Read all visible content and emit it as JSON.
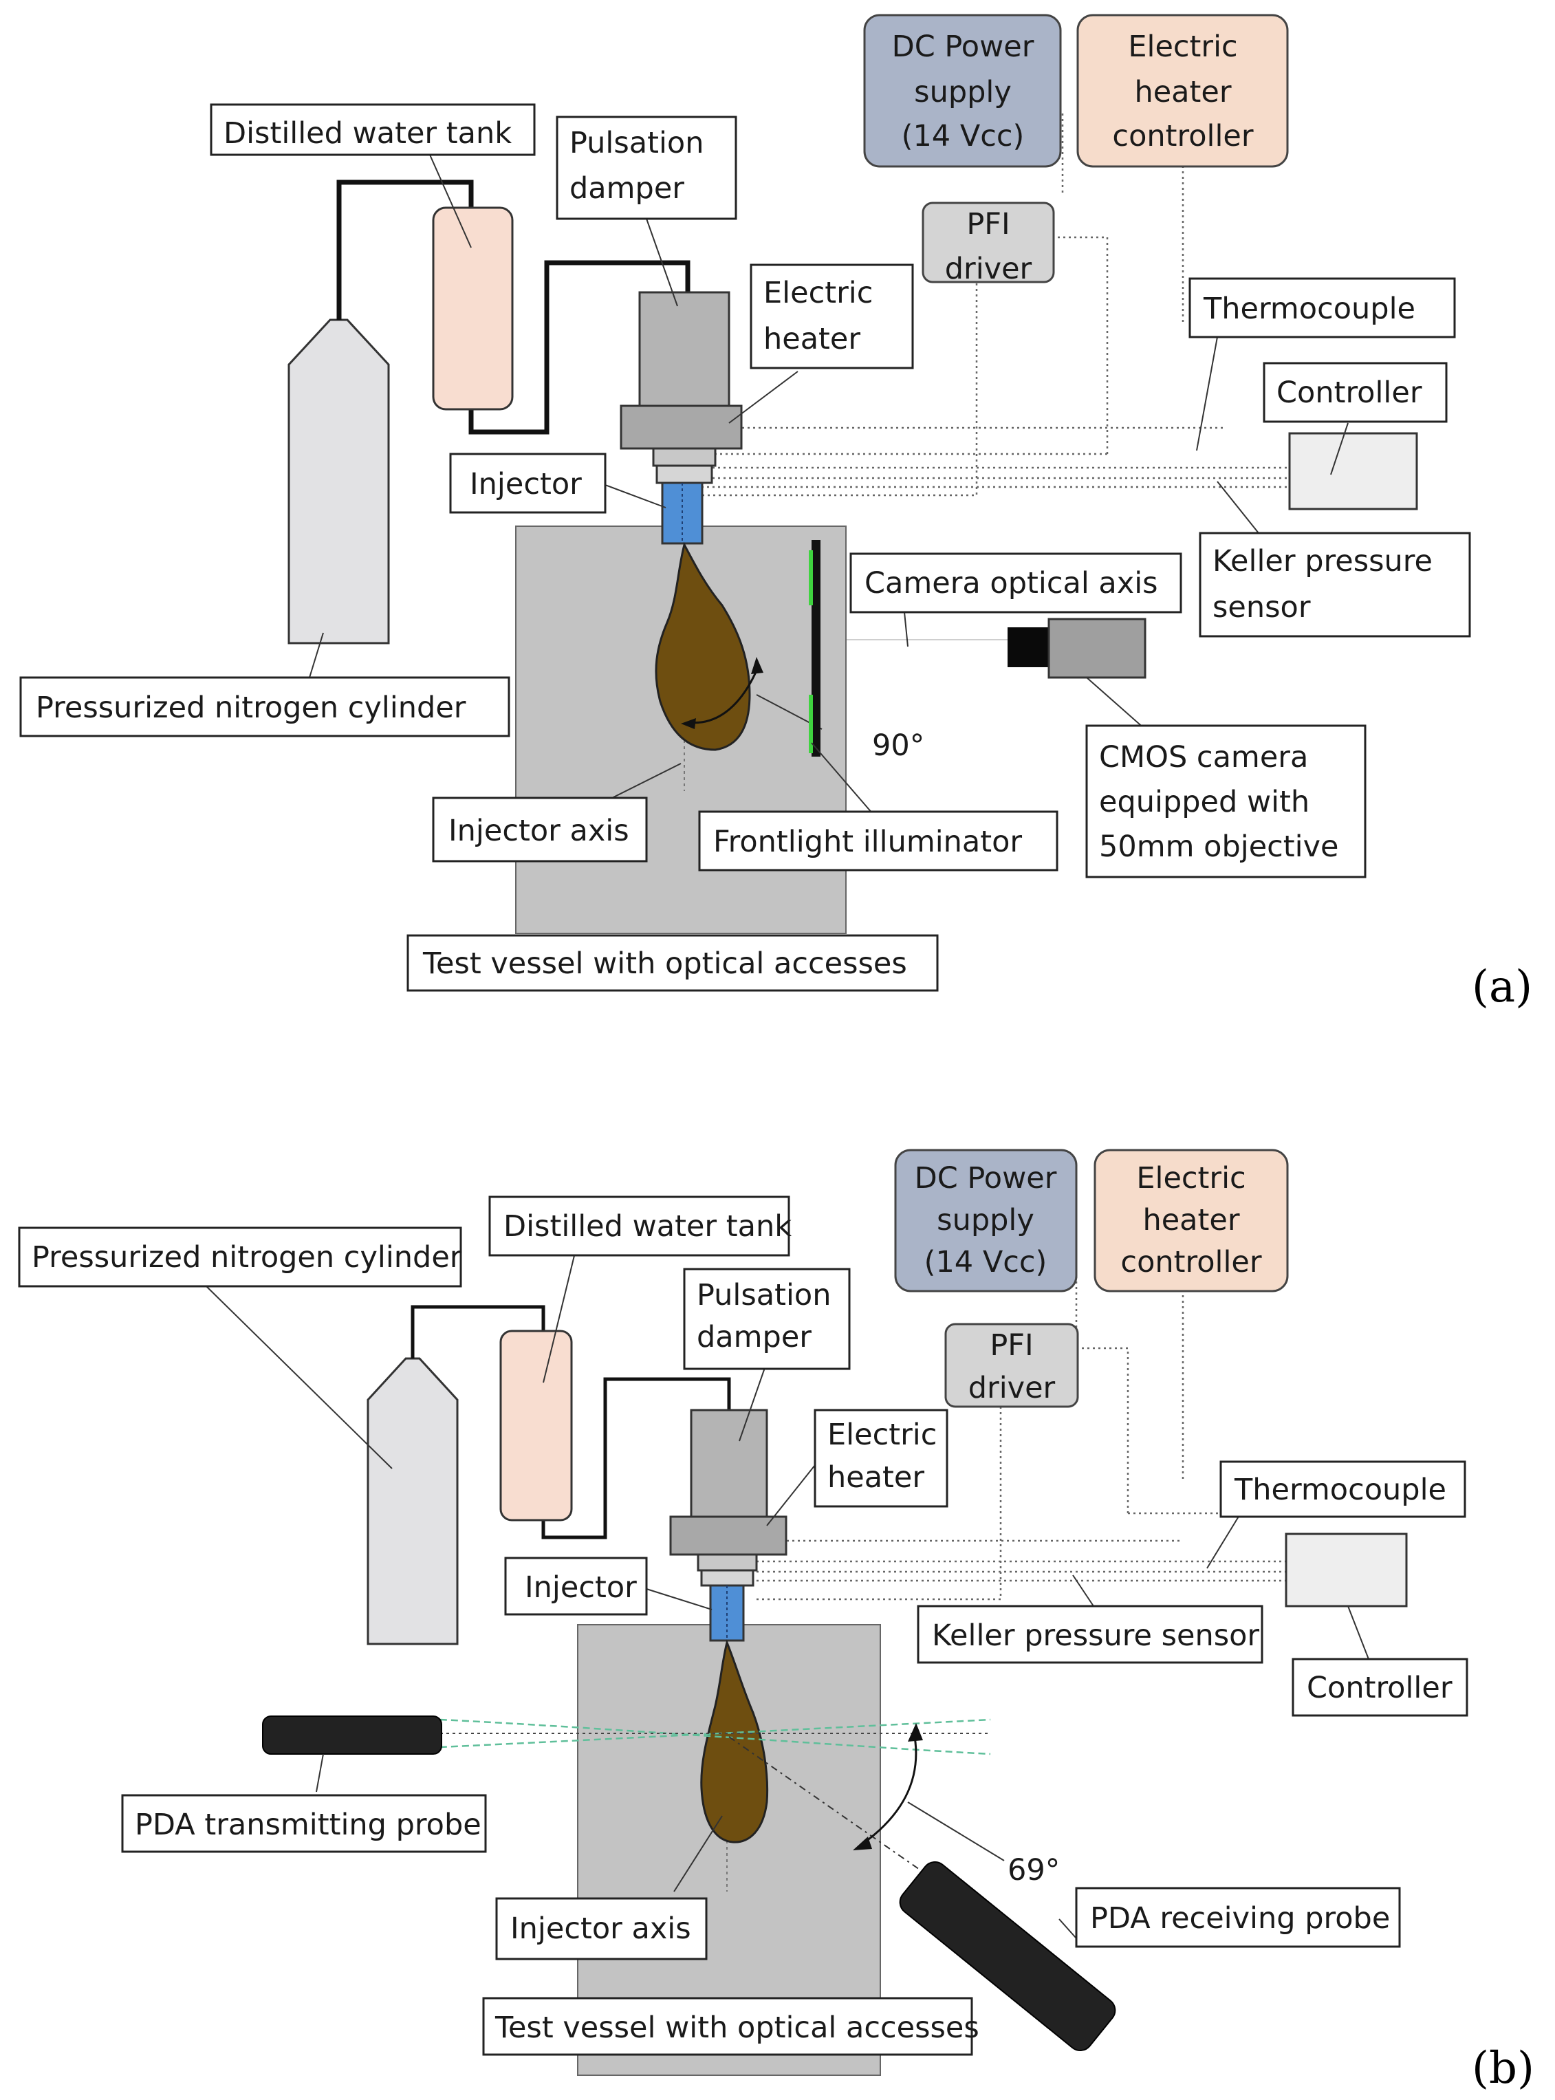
{
  "panel_a": {
    "panel_label": "(a)",
    "labels": {
      "dc_power": [
        "DC Power",
        "supply",
        "(14 Vcc)"
      ],
      "heater_controller": [
        "Electric",
        "heater",
        "controller"
      ],
      "distilled_water_tank": "Distilled water tank",
      "pulsation_damper": [
        "Pulsation",
        "damper"
      ],
      "pfi_driver": [
        "PFI",
        "driver"
      ],
      "electric_heater": [
        "Electric",
        "heater"
      ],
      "thermocouple": "Thermocouple",
      "controller": "Controller",
      "injector": "Injector",
      "camera_optical_axis": "Camera optical axis",
      "keller_pressure_sensor": [
        "Keller pressure",
        "sensor"
      ],
      "nitrogen_cylinder": "Pressurized nitrogen cylinder",
      "angle": "90°",
      "cmos_camera": [
        "CMOS camera",
        "equipped with",
        "50mm objective"
      ],
      "injector_axis": "Injector axis",
      "frontlight_illuminator": "Frontlight illuminator",
      "test_vessel": "Test vessel with optical accesses"
    }
  },
  "panel_b": {
    "panel_label": "(b)",
    "labels": {
      "dc_power": [
        "DC Power",
        "supply",
        "(14 Vcc)"
      ],
      "heater_controller": [
        "Electric",
        "heater",
        "controller"
      ],
      "distilled_water_tank": "Distilled water tank",
      "nitrogen_cylinder": "Pressurized nitrogen cylinder",
      "pulsation_damper": [
        "Pulsation",
        "damper"
      ],
      "pfi_driver": [
        "PFI",
        "driver"
      ],
      "electric_heater": [
        "Electric",
        "heater"
      ],
      "thermocouple": "Thermocouple",
      "injector": "Injector",
      "keller_pressure_sensor": "Keller pressure sensor",
      "controller": "Controller",
      "pda_transmitting_probe": "PDA transmitting probe",
      "angle": "69°",
      "pda_receiving_probe": "PDA receiving probe",
      "injector_axis": "Injector axis",
      "test_vessel": "Test vessel with optical accesses"
    }
  },
  "colors": {
    "vessel": "#c3c3c3",
    "spray": "#6e4e10",
    "injector": "#4f8fd6",
    "dc_power_fill": "#aab4c8",
    "heater_ctrl_fill": "#f6dccb",
    "tank_fill": "#f8ddd0",
    "cylinder_fill": "#e2e2e4",
    "heater_fill": "#a8a8a8",
    "damper_fill": "#b4b4b4",
    "illuminator_green": "#3fd43f",
    "laser_green": "#5fbf9a",
    "probe_dark": "#222222"
  }
}
